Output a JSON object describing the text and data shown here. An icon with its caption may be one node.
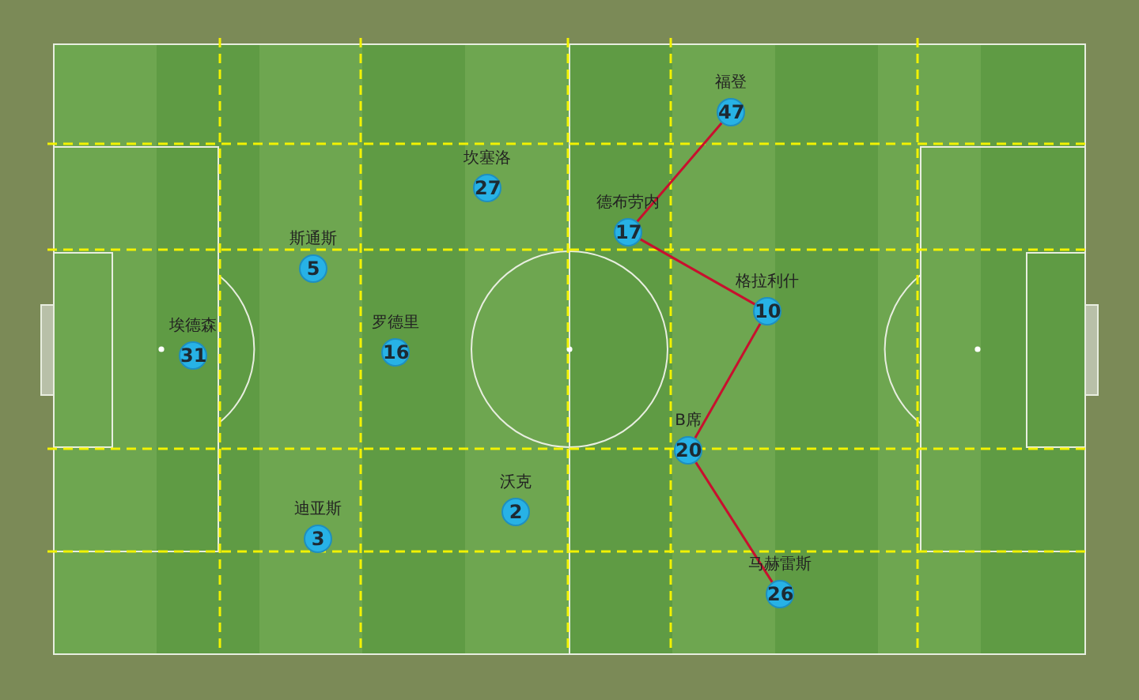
{
  "diagram": {
    "nodes": [
      {
        "text": [
          "福登",
          "47"
        ]
      },
      {
        "text": [
          "坎塞洛",
          "27"
        ]
      },
      {
        "text": [
          "德布劳内",
          "17"
        ]
      },
      {
        "text": [
          "斯通斯",
          "5"
        ]
      },
      {
        "text": [
          "格拉利什",
          "10"
        ]
      },
      {
        "text": [
          "罗德里",
          "16"
        ]
      },
      {
        "text": [
          "埃德森",
          "31"
        ]
      },
      {
        "text": [
          "B席",
          "20"
        ]
      },
      {
        "text": [
          "沃克",
          "2"
        ]
      },
      {
        "text": [
          "迪亚斯",
          "3"
        ]
      },
      {
        "text": [
          "马赫雷斯",
          "26"
        ]
      }
    ],
    "edges": [
      {
        "from": 0,
        "to": 2,
        "arrow": "none"
      },
      {
        "from": 2,
        "to": 4,
        "arrow": "none"
      },
      {
        "from": 4,
        "to": 7,
        "arrow": "none"
      },
      {
        "from": 7,
        "to": 10,
        "arrow": "none"
      }
    ]
  }
}
